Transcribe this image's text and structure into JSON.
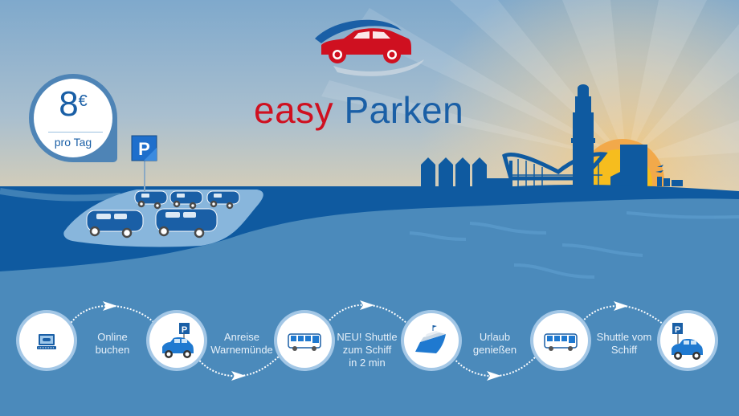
{
  "brand": {
    "word1": "easy",
    "word2": "Parken",
    "colors": {
      "easy": "#cf1020",
      "parken": "#1a5fa6",
      "logo_car": "#cf1020",
      "logo_arc": "#1a5fa6"
    }
  },
  "price_badge": {
    "amount": "8",
    "currency": "€",
    "unit": "pro Tag"
  },
  "parking_sign": {
    "letter": "P"
  },
  "steps": [
    {
      "icon": "laptop-car-icon",
      "label": "Online\nbuchen"
    },
    {
      "icon": "parked-car-icon",
      "label": "Anreise\nWarnemünde"
    },
    {
      "icon": "shuttle-bus-icon",
      "label": "NEU! Shuttle\nzum Schiff\nin 2 min"
    },
    {
      "icon": "cruise-ship-icon",
      "label": "Urlaub\ngenießen"
    },
    {
      "icon": "shuttle-bus-icon",
      "label": "Shuttle vom\nSchiff"
    },
    {
      "icon": "parked-car-icon",
      "label": ""
    }
  ],
  "colors": {
    "sea_dark": "#0f5aa0",
    "sea_light": "#4b8abb",
    "sky_top": "#7fa9cc",
    "sky_bottom": "#ead3ad",
    "sun": "#f6bd1e",
    "skyline": "#0f5aa0"
  }
}
